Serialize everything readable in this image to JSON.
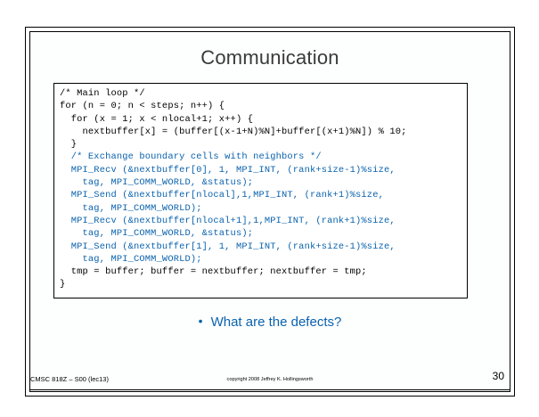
{
  "slide": {
    "title": "Communication",
    "accent_color": "#0a62ad",
    "title_color": "#3a3a3a",
    "border_color": "#000000",
    "background_color": "#ffffff"
  },
  "code_block": {
    "lines": [
      {
        "text": "/* Main loop */",
        "color": "black"
      },
      {
        "text": "for (n = 0; n < steps; n++) {",
        "color": "black"
      },
      {
        "text": "  for (x = 1; x < nlocal+1; x++) {",
        "color": "black"
      },
      {
        "text": "    nextbuffer[x] = (buffer[(x-1+N)%N]+buffer[(x+1)%N]) % 10;",
        "color": "black"
      },
      {
        "text": "  }",
        "color": "black"
      },
      {
        "text": "  /* Exchange boundary cells with neighbors */",
        "color": "blue"
      },
      {
        "text": "  MPI_Recv (&nextbuffer[0], 1, MPI_INT, (rank+size-1)%size,",
        "color": "blue"
      },
      {
        "text": "    tag, MPI_COMM_WORLD, &status);",
        "color": "blue"
      },
      {
        "text": "  MPI_Send (&nextbuffer[nlocal],1,MPI_INT, (rank+1)%size,",
        "color": "blue"
      },
      {
        "text": "    tag, MPI_COMM_WORLD);",
        "color": "blue"
      },
      {
        "text": "  MPI_Recv (&nextbuffer[nlocal+1],1,MPI_INT, (rank+1)%size,",
        "color": "blue"
      },
      {
        "text": "    tag, MPI_COMM_WORLD, &status);",
        "color": "blue"
      },
      {
        "text": "  MPI_Send (&nextbuffer[1], 1, MPI_INT, (rank+size-1)%size,",
        "color": "blue"
      },
      {
        "text": "    tag, MPI_COMM_WORLD);",
        "color": "blue"
      },
      {
        "text": "  tmp = buffer; buffer = nextbuffer; nextbuffer = tmp;",
        "color": "black"
      },
      {
        "text": "}",
        "color": "black"
      }
    ]
  },
  "bullet": {
    "marker": "•",
    "text": "What are the defects?"
  },
  "footer": {
    "course": "CMSC 818Z – S00  (lec13)",
    "copyright": "copyright 2008 Jeffrey K. Hollingsworth",
    "page_number": "30"
  }
}
